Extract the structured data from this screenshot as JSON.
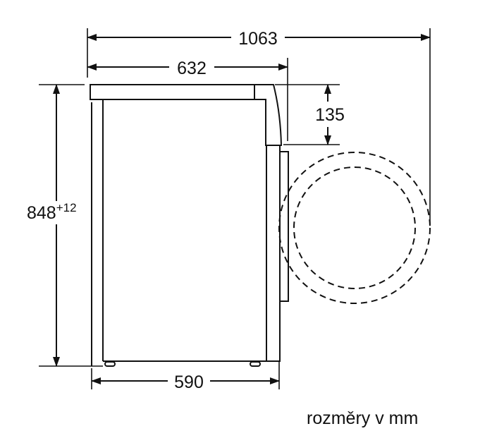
{
  "dimensions": {
    "total_depth_door_open": "1063",
    "depth_with_top": "632",
    "top_to_door": "135",
    "height": "848",
    "height_tolerance": "+12",
    "body_depth": "590"
  },
  "caption": "rozměry v mm",
  "colors": {
    "line": "#111111",
    "background": "#ffffff"
  }
}
